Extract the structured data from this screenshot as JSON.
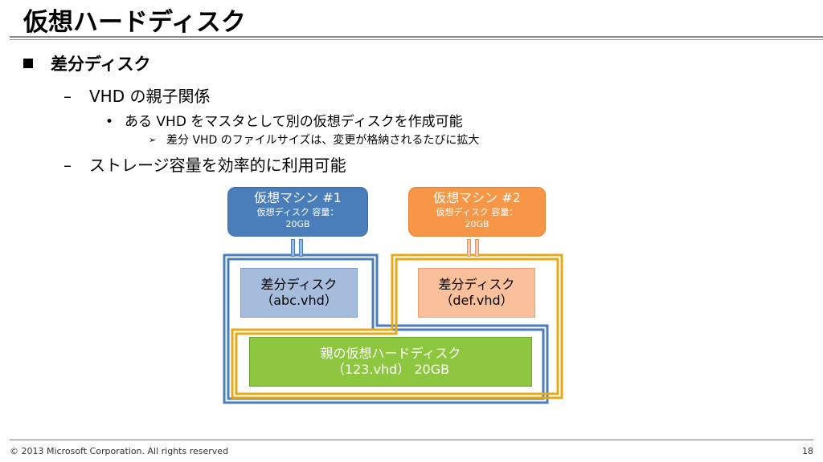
{
  "title": "仮想ハードディスク",
  "bullets": {
    "l1": "差分ディスク",
    "l2a": "VHD の親子関係",
    "l3": "ある VHD をマスタとして別の仮想ディスクを作成可能",
    "l4": "差分 VHD のファイルサイズは、変更が格納されるたびに拡大",
    "l2b": "ストレージ容量を効率的に利用可能",
    "dash": "–",
    "dot": "•",
    "arrow": "➢"
  },
  "diagram": {
    "vm1": {
      "name": "仮想マシン #1",
      "cap1": "仮想ディスク 容量：",
      "cap2": "20GB"
    },
    "vm2": {
      "name": "仮想マシン #2",
      "cap1": "仮想ディスク 容量：",
      "cap2": "20GB"
    },
    "diff1": {
      "line1": "差分ディスク",
      "line2": "（abc.vhd）"
    },
    "diff2": {
      "line1": "差分ディスク",
      "line2": "（def.vhd）"
    },
    "parent": {
      "line1": "親の仮想ハードディスク",
      "line2": "（123.vhd） 20GB"
    }
  },
  "colors": {
    "blue": "#4a7ebb",
    "orange": "#f79646",
    "gold": "#e6a817",
    "green": "#8dc63f"
  },
  "footer": {
    "copyright": "© 2013 Microsoft Corporation. All rights reserved",
    "page": "18"
  }
}
